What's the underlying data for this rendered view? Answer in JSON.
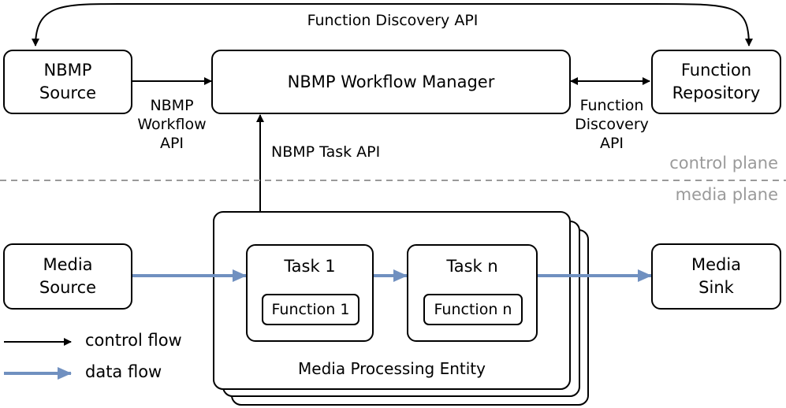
{
  "top_api_label": "Function Discovery API",
  "nbmp_source": "NBMP\nSource",
  "workflow_manager": "NBMP Workflow Manager",
  "function_repository": "Function\nRepository",
  "workflow_api_label": "NBMP\nWorkflow\nAPI",
  "discovery_api_label": "Function\nDiscovery\nAPI",
  "task_api_label": "NBMP Task API",
  "control_plane": "control plane",
  "media_plane": "media plane",
  "media_source": "Media\nSource",
  "media_sink": "Media\nSink",
  "task1": {
    "title": "Task 1",
    "function": "Function 1"
  },
  "taskn": {
    "title": "Task n",
    "function": "Function n"
  },
  "mpe_label": "Media Processing Entity",
  "legend": {
    "control": "control flow",
    "data": "data flow"
  },
  "colors": {
    "data_flow": "#7090c0",
    "divider": "#9a9a9a"
  }
}
